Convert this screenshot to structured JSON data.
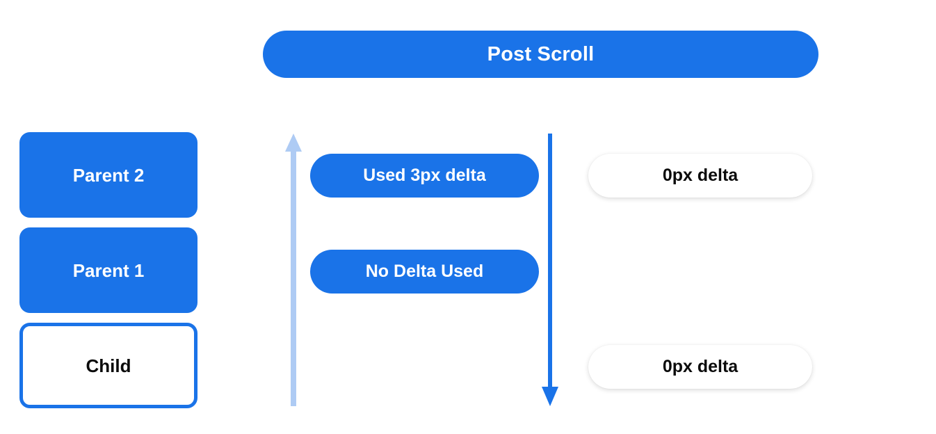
{
  "header": {
    "title": "Post Scroll"
  },
  "colors": {
    "primary_blue": "#1a73e8",
    "light_blue": "#aecbf4",
    "white": "#ffffff",
    "text_dark": "#0b0b0b",
    "background": "#ffffff"
  },
  "left_stack": {
    "items": [
      {
        "label": "Parent 2",
        "style": "filled"
      },
      {
        "label": "Parent 1",
        "style": "filled"
      },
      {
        "label": "Child",
        "style": "outlined"
      }
    ]
  },
  "arrows": {
    "up": {
      "name": "upward-arrow",
      "direction": "up",
      "color": "#aecbf4"
    },
    "down": {
      "name": "downward-arrow",
      "direction": "down",
      "color": "#1a73e8"
    }
  },
  "middle_column": {
    "pills": [
      {
        "label": "Used 3px delta"
      },
      {
        "label": "No Delta Used"
      }
    ]
  },
  "right_column": {
    "pills": [
      {
        "label": "0px delta"
      },
      {
        "label": "0px delta"
      }
    ]
  }
}
